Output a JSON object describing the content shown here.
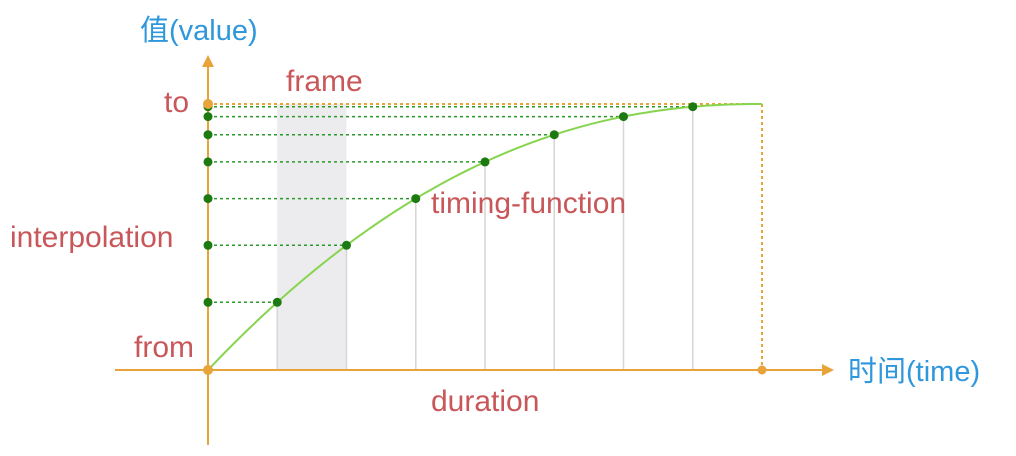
{
  "diagram": {
    "y_axis_label": "值(value)",
    "x_axis_label": "时间(time)",
    "labels": {
      "to": "to",
      "from": "from",
      "frame": "frame",
      "interpolation": "interpolation",
      "timing_function": "timing-function",
      "duration": "duration"
    },
    "frame_count": 8,
    "highlighted_frame": 2,
    "colors": {
      "axis": "#e8a33a",
      "label_text": "#c8575a",
      "axis_title": "#2f97dc",
      "curve": "#87d44f",
      "keyframe_dot": "#1c7a10",
      "interpolation_line": "#2a9a2a",
      "frame_divider": "#d6d6d6",
      "frame_highlight": "#ececee"
    }
  }
}
